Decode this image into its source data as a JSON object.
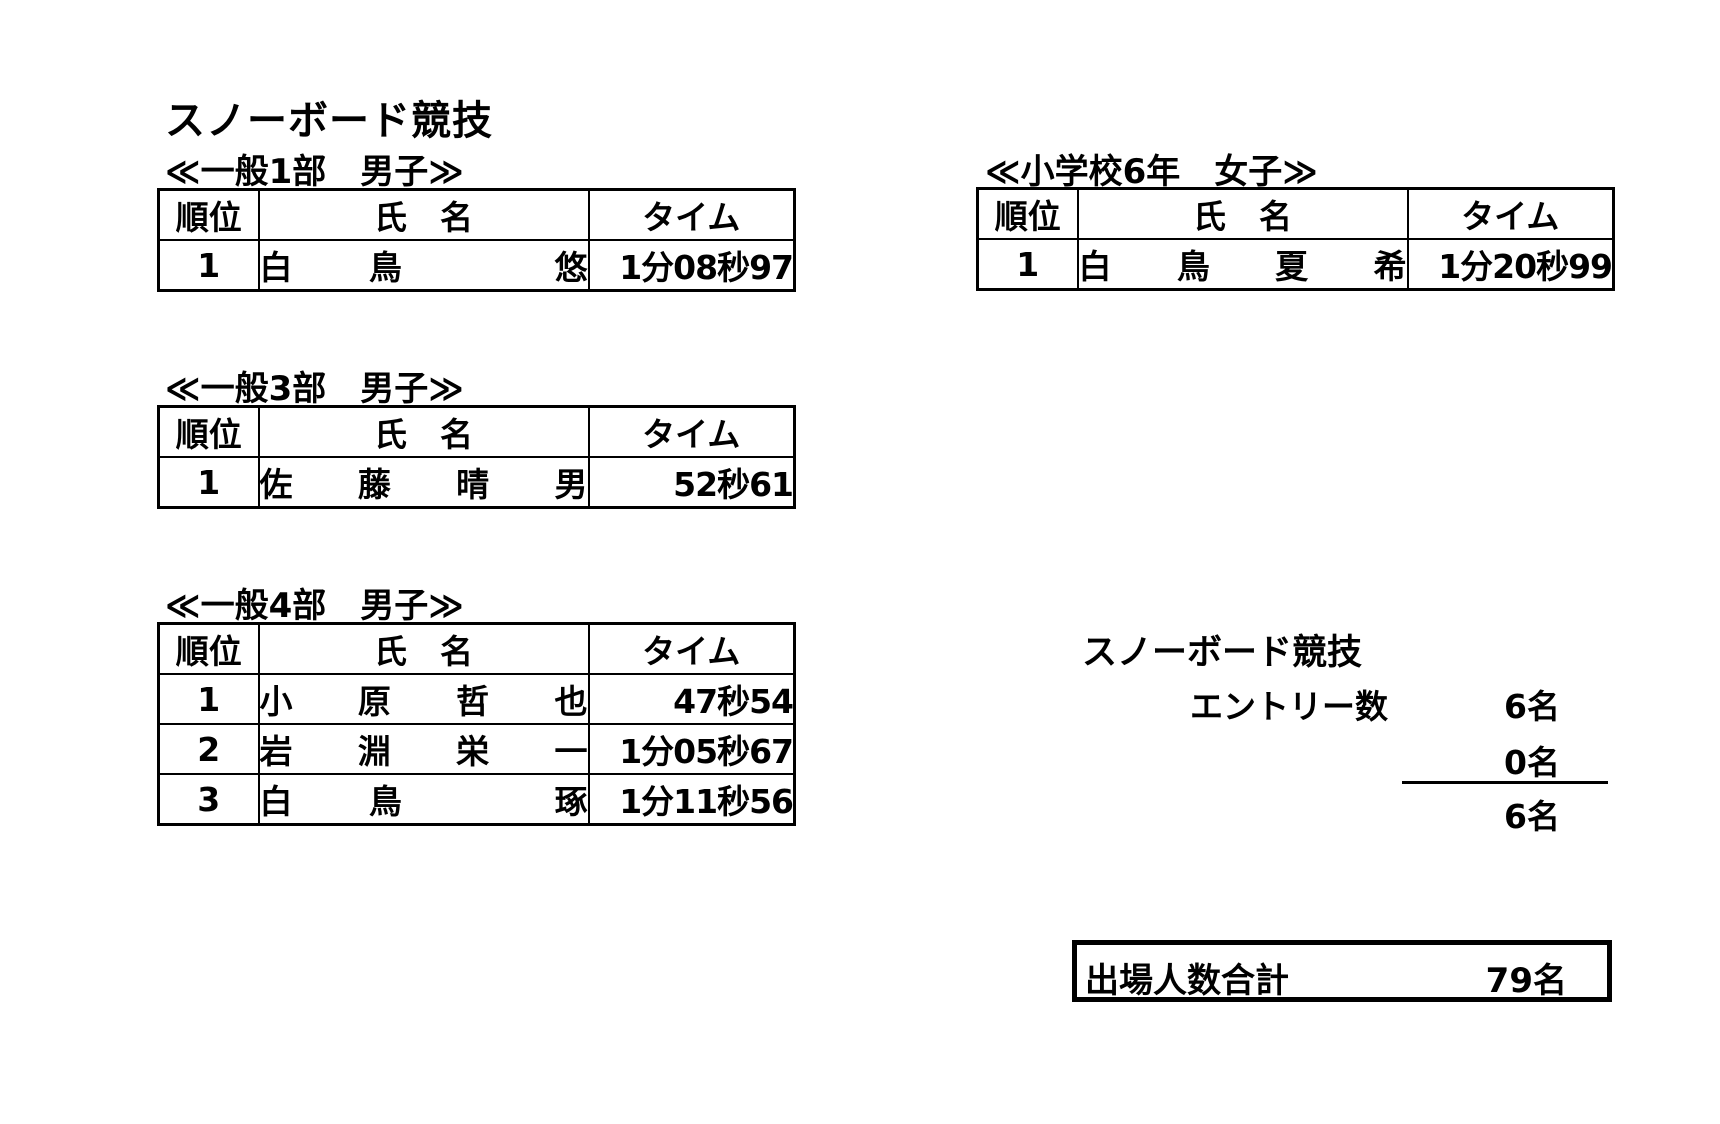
{
  "title": "スノーボード競技",
  "headers": {
    "rank": "順位",
    "name": "氏　名",
    "time": "タイム"
  },
  "categories": [
    {
      "label": "≪一般1部　男子≫",
      "rows": [
        {
          "rank": "1",
          "name": [
            "白",
            "鳥",
            "",
            "悠"
          ],
          "time": "1分08秒97"
        }
      ]
    },
    {
      "label": "≪一般3部　男子≫",
      "rows": [
        {
          "rank": "1",
          "name": [
            "佐",
            "藤",
            "晴",
            "男"
          ],
          "time": "52秒61"
        }
      ]
    },
    {
      "label": "≪一般4部　男子≫",
      "rows": [
        {
          "rank": "1",
          "name": [
            "小",
            "原",
            "哲",
            "也"
          ],
          "time": "47秒54"
        },
        {
          "rank": "2",
          "name": [
            "岩",
            "淵",
            "栄",
            "一"
          ],
          "time": "1分05秒67"
        },
        {
          "rank": "3",
          "name": [
            "白",
            "鳥",
            "",
            "琢"
          ],
          "time": "1分11秒56"
        }
      ]
    },
    {
      "label": "≪小学校6年　女子≫",
      "rows": [
        {
          "rank": "1",
          "name": [
            "白",
            "鳥",
            "夏",
            "希"
          ],
          "time": "1分20秒99"
        }
      ]
    }
  ],
  "summary": {
    "title": "スノーボード競技",
    "entry_label": "エントリー数",
    "values": [
      "6名",
      "0名",
      "6名"
    ]
  },
  "total": {
    "label": "出場人数合計",
    "value": "79名"
  }
}
